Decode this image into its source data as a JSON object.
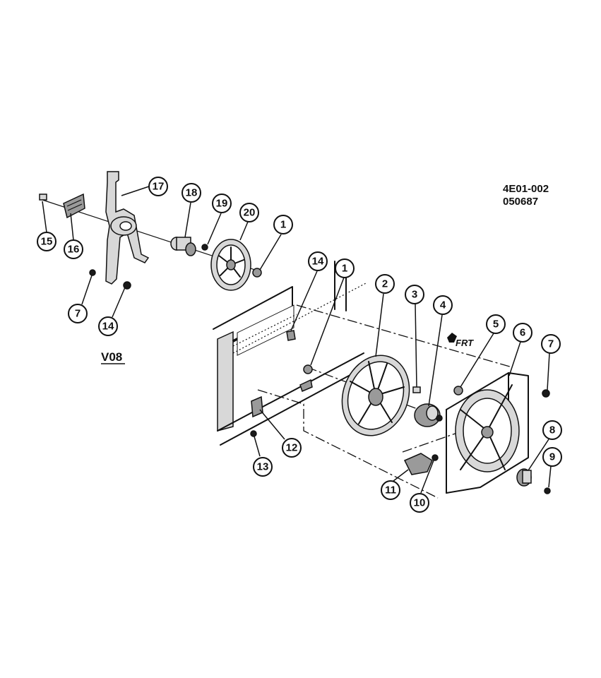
{
  "drawing_ids": {
    "line1": "4E01-002",
    "line2": "050687"
  },
  "variant_label": "V08",
  "front_marker": "FRT",
  "callouts": {
    "c15": "15",
    "c16": "16",
    "c17": "17",
    "c18": "18",
    "c19": "19",
    "c20": "20",
    "c1a": "1",
    "c7a": "7",
    "c14a": "14",
    "c14b": "14",
    "c1b": "1",
    "c2": "2",
    "c3": "3",
    "c4": "4",
    "c5": "5",
    "c6": "6",
    "c7b": "7",
    "c8": "8",
    "c9": "9",
    "c10": "10",
    "c11": "11",
    "c12": "12",
    "c13": "13"
  }
}
